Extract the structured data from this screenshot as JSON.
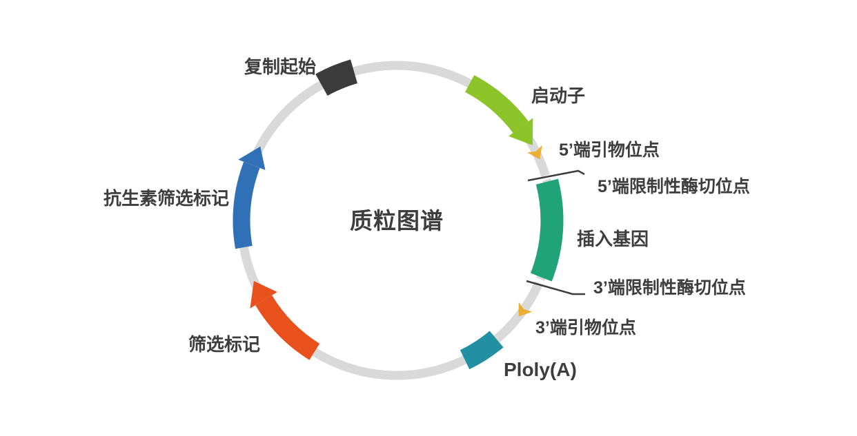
{
  "title": "质粒图谱",
  "colors": {
    "background": "#ffffff",
    "ring": "#d9d9d9",
    "text": "#3d3d3d",
    "leader": "#3d3d3d",
    "origin": "#3b3b3b",
    "promoter": "#8dc429",
    "primer": "#eeae31",
    "insert": "#1fa377",
    "polya": "#2090a2",
    "marker": "#e8511c",
    "antibiotic": "#2f70b6"
  },
  "features": {
    "origin": {
      "label": "复制起始",
      "shape": "block",
      "arc_deg": "331-344"
    },
    "promoter": {
      "label": "启动子",
      "shape": "arrow-clockwise",
      "arc_deg": "28-61"
    },
    "primer5": {
      "label": "5’端引物位点",
      "shape": "small-arrow",
      "arc_deg": "64"
    },
    "re5": {
      "label": "5’端限制性酶切位点",
      "shape": "cut-site",
      "arc_deg": "74"
    },
    "insert": {
      "label": "插入基因",
      "shape": "block",
      "arc_deg": "75-112"
    },
    "re3": {
      "label": "3’端限制性酶切位点",
      "shape": "cut-site",
      "arc_deg": "113"
    },
    "primer3": {
      "label": "3’端引物位点",
      "shape": "small-arrow",
      "arc_deg": "125"
    },
    "polya": {
      "label": "Ploly(A)",
      "shape": "block",
      "arc_deg": "140-154"
    },
    "marker": {
      "label": "筛选标记",
      "shape": "arrow-clockwise",
      "arc_deg": "212-247"
    },
    "antibiotic": {
      "label": "抗生素筛选标记",
      "shape": "arrow-clockwise",
      "arc_deg": "260-298"
    }
  }
}
